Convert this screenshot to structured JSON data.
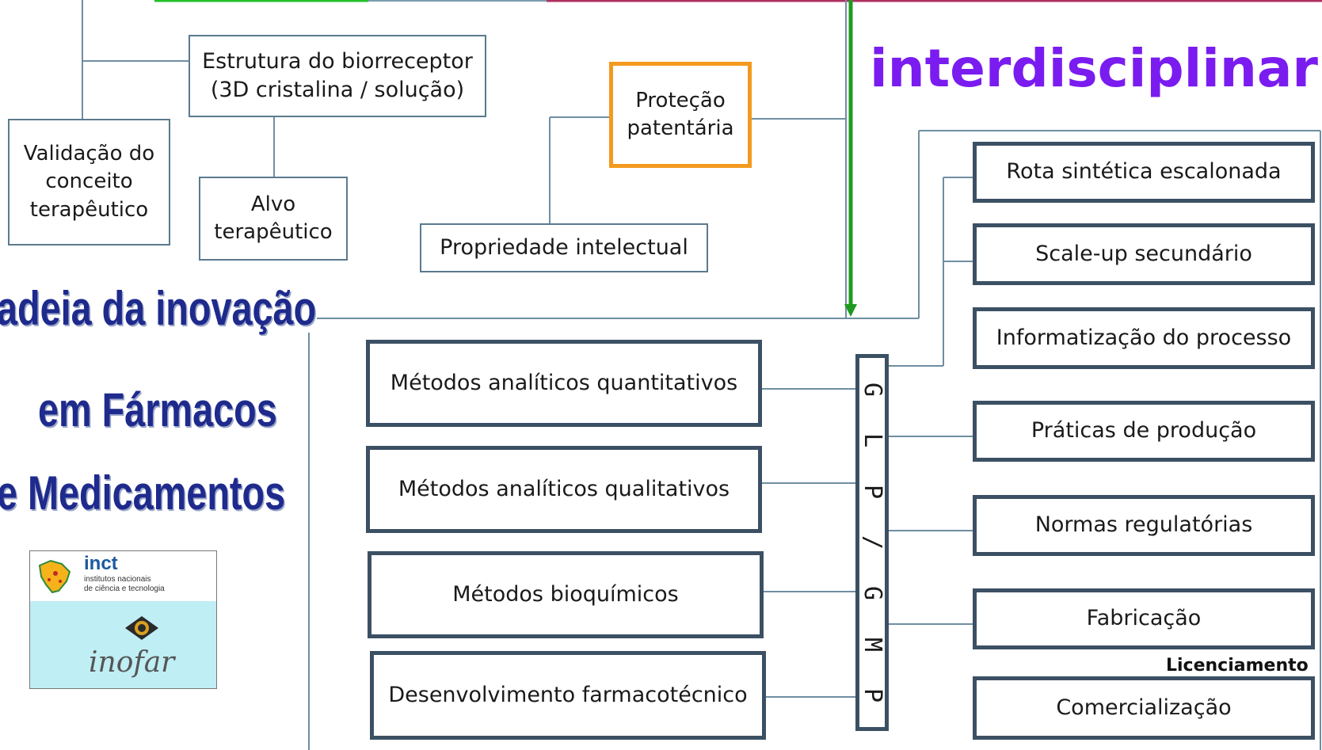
{
  "top_left": {
    "validacao": "Validação do conceito terapêutico",
    "estrutura_line1": "Estrutura  do biorreceptor",
    "estrutura_line2": "(3D cristalina / solução)",
    "alvo": "Alvo terapêutico",
    "protecao": "Proteção patentária",
    "propriedade": "Propriedade  intelectual"
  },
  "heading": "interdisciplinar",
  "title_lines": [
    "adeia da inovação",
    "em Fármacos",
    "e Medicamentos"
  ],
  "methods": [
    "Métodos  analíticos quantitativos",
    "Métodos  analíticos qualitativos",
    "Métodos  bioquímicos",
    "Desenvolvimento farmacotécnico"
  ],
  "glp_letters": [
    "G",
    "L",
    "P",
    "/",
    "G",
    "M",
    "P"
  ],
  "right_steps": [
    "Rota sintética escalonada",
    "Scale-up  secundário",
    "Informatização do  processo",
    "Práticas de produção",
    "Normas regulatórias",
    "Fabricação",
    "Comercialização"
  ],
  "licenciamento": "Licenciamento",
  "logo": {
    "inct": "inct",
    "sub1": "institutos nacionais",
    "sub2": "de ciência e tecnologia",
    "inofar": "inofar"
  },
  "colors": {
    "connector": "#6f8ea2",
    "box_border": "#3c5064",
    "highlight": "#f39a1e",
    "arrow": "#1f9a1f",
    "heading": "#7a1cf0",
    "title": "#1e2a8c"
  }
}
